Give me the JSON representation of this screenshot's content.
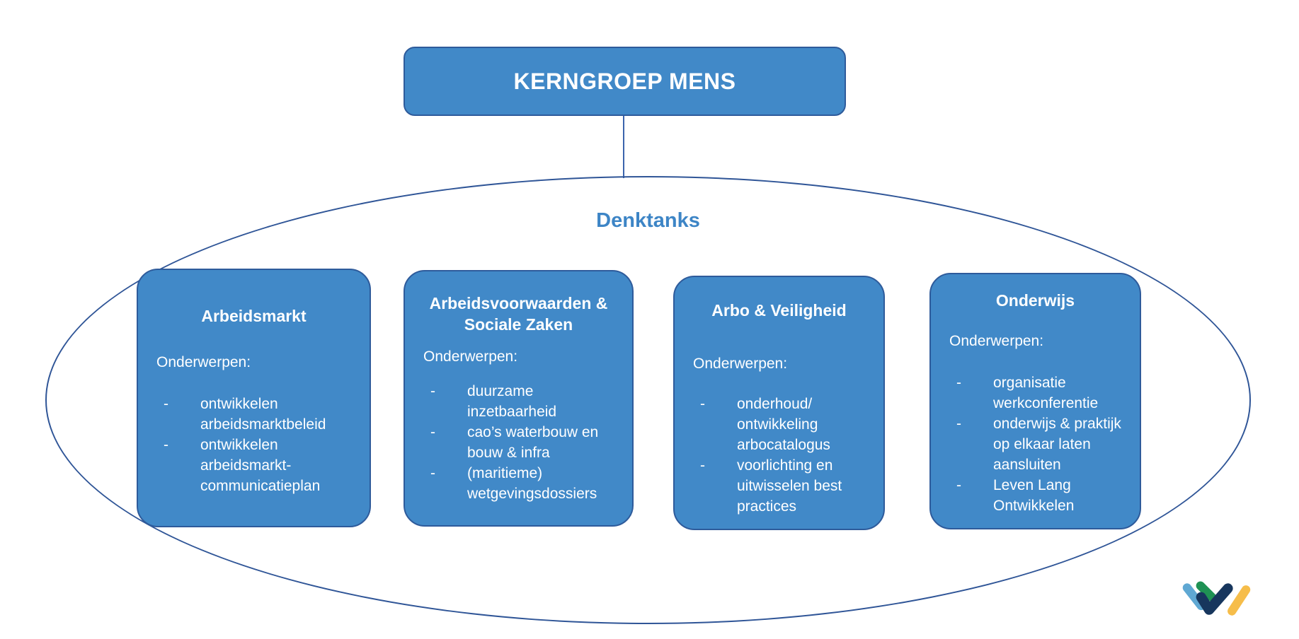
{
  "root": {
    "title": "KERNGROEP MENS"
  },
  "ellipse": {
    "label": "Denktanks"
  },
  "list_marker": "-",
  "groups": [
    {
      "title": "Arbeidsmarkt",
      "subtitle": "Onderwerpen:",
      "items": [
        "ontwikkelen arbeidsmarktbeleid",
        "ontwikkelen arbeidsmarkt-communicatieplan"
      ]
    },
    {
      "title": "Arbeidsvoorwaarden & Sociale Zaken",
      "subtitle": "Onderwerpen:",
      "items": [
        "duurzame inzetbaarheid",
        "cao’s waterbouw en bouw & infra",
        "(maritieme) wetgevingsdossiers"
      ]
    },
    {
      "title": "Arbo & Veiligheid",
      "subtitle": "Onderwerpen:",
      "items": [
        "onderhoud/ ontwikkeling arbocatalogus",
        "voorlichting en uitwisselen best practices"
      ]
    },
    {
      "title": "Onderwijs",
      "subtitle": "Onderwerpen:",
      "items": [
        "organisatie werkconferentie",
        "onderwijs & praktijk op elkaar laten aansluiten",
        "Leven Lang Ontwikkelen"
      ]
    }
  ],
  "colors": {
    "box_fill": "#4189C8",
    "box_border": "#2E5B9B",
    "ellipse_border": "#2F5597",
    "connector": "#3C64AD",
    "label_blue": "#3D85C6",
    "text": "#FFFFFF",
    "logo_lightblue": "#5FA8D3",
    "logo_green": "#1F9254",
    "logo_navy": "#17365D",
    "logo_yellow": "#F6BD4A"
  },
  "logo": {
    "name": "w-chevron-logo"
  }
}
